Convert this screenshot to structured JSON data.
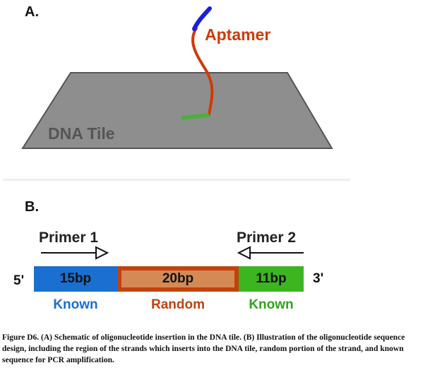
{
  "panel_a": {
    "label": "A.",
    "tile_label": "DNA Tile",
    "aptamer_label": "Aptamer",
    "colors": {
      "tile": "#8e8e8e",
      "tile_edge": "#555555",
      "aptamer": "#d03a0a",
      "tip": "#1b1fd6",
      "anchor": "#4caf3c"
    }
  },
  "panel_b": {
    "label": "B.",
    "primer1": "Primer 1",
    "primer2": "Primer 2",
    "five_prime": "5'",
    "three_prime": "3'",
    "segments": [
      {
        "bp": "15bp",
        "kind": "Known",
        "color": "#1a6fd1",
        "kind_color": "#1a6fd1"
      },
      {
        "bp": "20bp",
        "kind": "Random",
        "color": "#d58a55",
        "border": "#c5400f",
        "kind_color": "#c5400f"
      },
      {
        "bp": "11bp",
        "kind": "Known",
        "color": "#3cb520",
        "kind_color": "#2fa51a"
      }
    ]
  },
  "caption": "Figure D6. (A) Schematic of oligonucleotide insertion in the DNA tile. (B) Illustration of the oligonucleotide sequence design, including the region of the strands which inserts into the DNA tile, random portion of the strand, and known sequence for PCR amplification."
}
